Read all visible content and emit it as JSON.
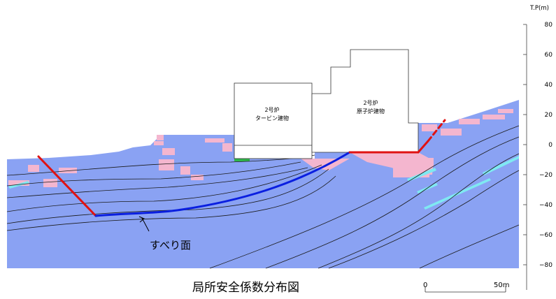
{
  "diagram": {
    "title": "局所安全係数分布図",
    "unit_label": "T.P(m)",
    "y_axis_ticks": [
      "80",
      "60",
      "40",
      "20",
      "0",
      "−20",
      "−40",
      "−60",
      "−80"
    ],
    "buildings": [
      {
        "line1": "2号炉",
        "line2": "タービン建物"
      },
      {
        "line1": "2号炉",
        "line2": "原子炉建物"
      }
    ],
    "slip_surface_label": "すべり面",
    "scale": {
      "start": "0",
      "end": "50m"
    }
  },
  "colors": {
    "ground_blue": "#8aa2f3",
    "zone_pink": "#f4b6cf",
    "zone_cyan": "#7fe9f2",
    "slip_surface_blue": "#0a1fe0",
    "slip_surface_red": "#e01212",
    "vegetation_green": "#2fb84a"
  }
}
